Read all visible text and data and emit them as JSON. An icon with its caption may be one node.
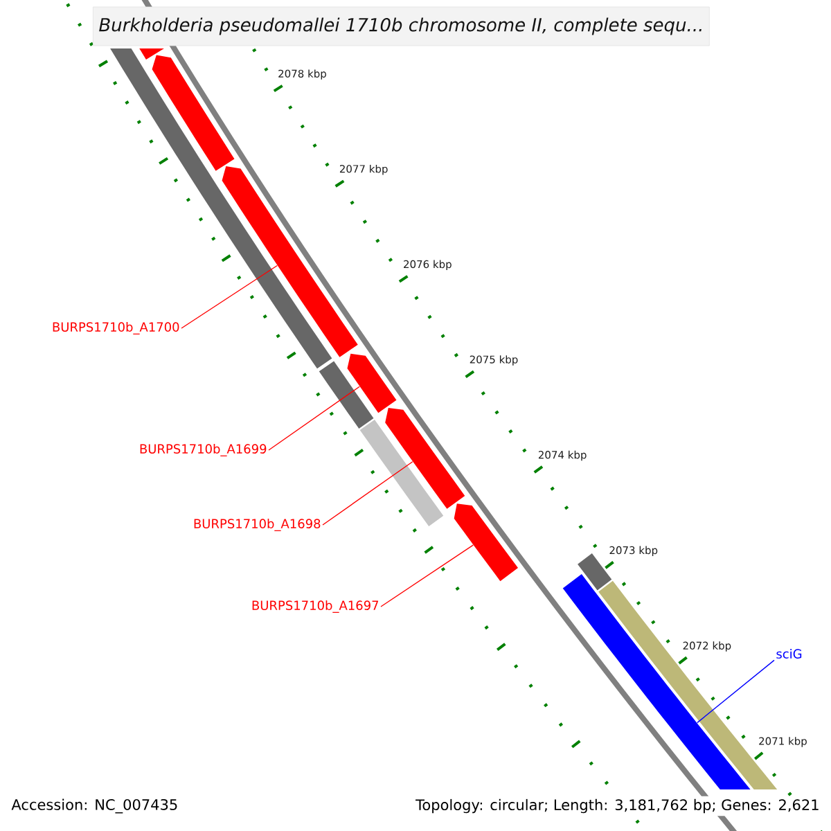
{
  "diagram": {
    "title": "Burkholderia pseudomallei 1710b chromosome II, complete sequ...",
    "nodes": [
      {
        "text": [
          "BURPS1710b_A1700"
        ]
      },
      {
        "text": [
          "BURPS1710b_A1699"
        ]
      },
      {
        "text": [
          "BURPS1710b_A1698"
        ]
      },
      {
        "text": [
          "BURPS1710b_A1697"
        ]
      },
      {
        "text": [
          "sciG"
        ]
      },
      {
        "text": [],
        "shape": "bar"
      },
      {
        "text": [],
        "shape": "bar"
      },
      {
        "text": [],
        "shape": "bar"
      },
      {
        "text": [],
        "shape": "bar"
      },
      {
        "text": [],
        "shape": "bar"
      },
      {
        "text": [],
        "shape": "bar"
      },
      {
        "text": [],
        "shape": "bar"
      },
      {
        "text": [],
        "shape": "bar"
      },
      {
        "text": [],
        "shape": "bar"
      },
      {
        "text": [],
        "shape": "bar"
      },
      {
        "text": [],
        "shape": "bar"
      },
      {
        "text": [],
        "shape": "bar"
      }
    ],
    "edges": [
      {
        "from": 0,
        "to": 7,
        "arrow": "none"
      },
      {
        "from": 1,
        "to": 8,
        "arrow": "none"
      },
      {
        "from": 2,
        "to": 9,
        "arrow": "none"
      },
      {
        "from": 3,
        "to": 10,
        "arrow": "none"
      },
      {
        "from": 4,
        "to": 14,
        "arrow": "none",
        "color": "#0000ff"
      }
    ],
    "labels": [
      "2078 kbp",
      "2077 kbp",
      "2076 kbp",
      "2075 kbp",
      "2074 kbp",
      "2073 kbp",
      "2072 kbp",
      "2071 kbp",
      "Accession: NC_007435",
      "Topology: circular; Length: 3,181,762 bp; Genes: 2,621"
    ]
  }
}
